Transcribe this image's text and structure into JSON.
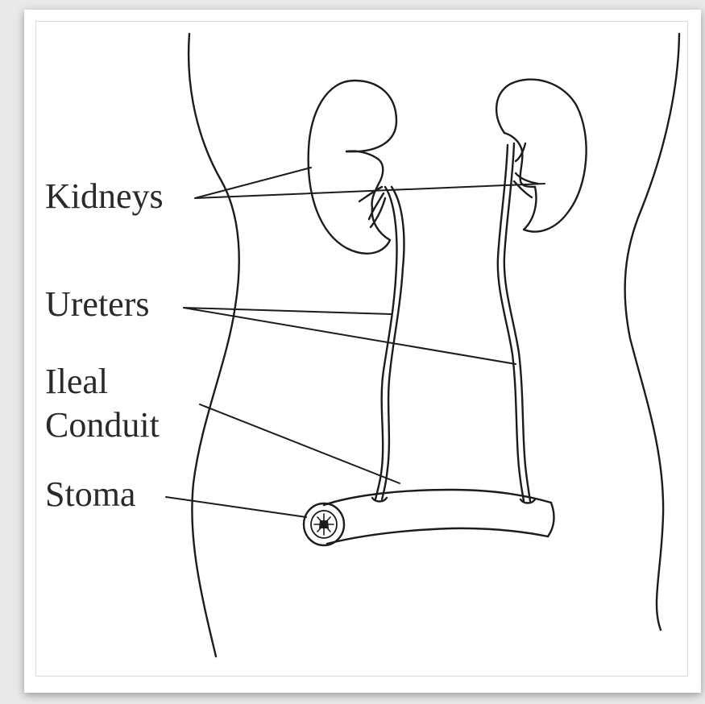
{
  "labels": {
    "kidneys": "Kidneys",
    "ureters": "Ureters",
    "ileal_conduit_line1": "Ileal",
    "ileal_conduit_line2": "Conduit",
    "stoma": "Stoma"
  }
}
